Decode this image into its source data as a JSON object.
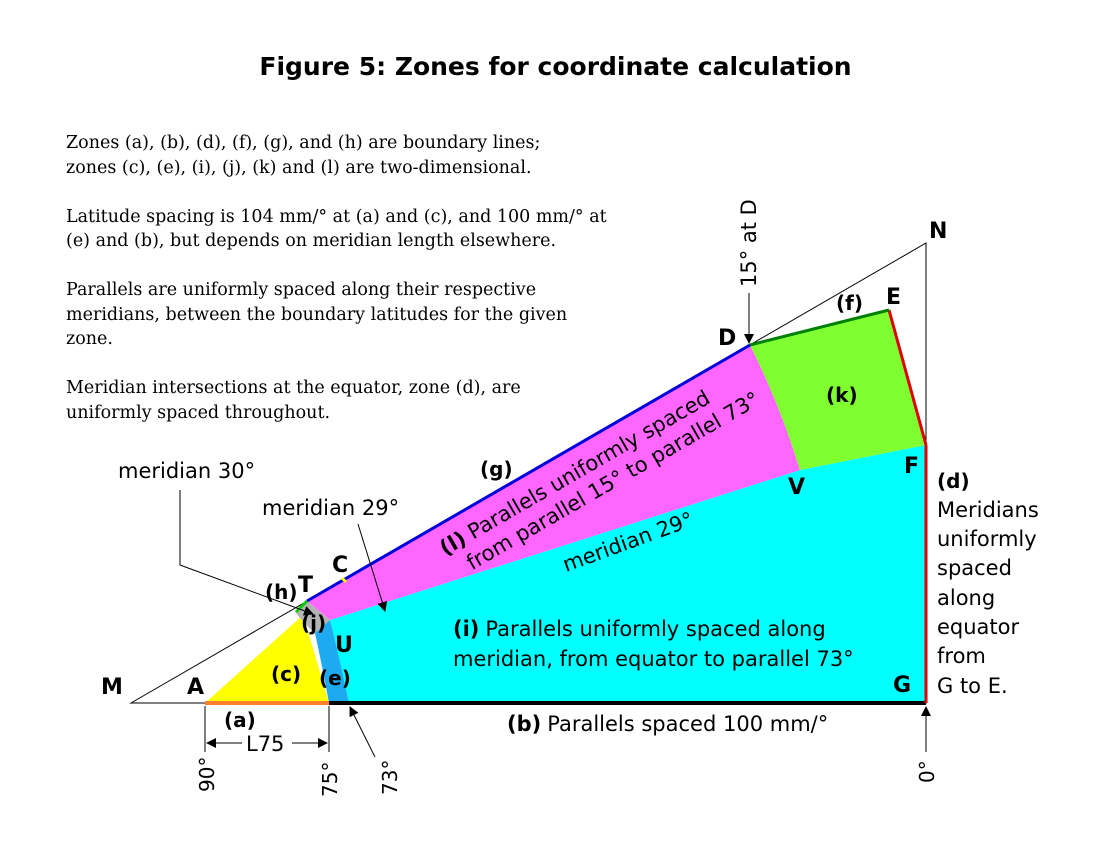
{
  "title": "Figure 5: Zones for coordinate calculation",
  "notes": [
    [
      "Zones (a), (b), (d), (f), (g), and (h) are boundary lines;",
      "zones (c), (e), (i), (j), (k) and (l) are two-dimensional."
    ],
    [
      "Latitude spacing is 104 mm/° at (a) and (c), and 100 mm/° at",
      "(e) and (b), but depends on meridian length elsewhere."
    ],
    [
      "Parallels are uniformly spaced along their respective",
      "meridians, between the boundary latitudes for the given",
      "zone."
    ],
    [
      "Meridian intersections at the equator, zone (d), are",
      "uniformly spaced throughout."
    ]
  ],
  "points": {
    "M": "M",
    "A": "A",
    "T": "T",
    "C": "C",
    "U": "U",
    "D": "D",
    "E": "E",
    "N": "N",
    "F": "F",
    "V": "V",
    "G": "G"
  },
  "zones": {
    "a": "(a)",
    "b": "(b)",
    "c": "(c)",
    "d": "(d)",
    "e": "(e)",
    "f": "(f)",
    "g": "(g)",
    "h": "(h)",
    "i": "(i)",
    "j": "(j)",
    "k": "(k)",
    "l": "(l)"
  },
  "descriptions": {
    "l_line1": "Parallels uniformly spaced",
    "l_line2": "from parallel 15° to parallel 73°",
    "i_line1": "Parallels uniformly spaced along",
    "i_line2": "meridian, from equator to parallel 73°",
    "b": "Parallels spaced 100 mm/°",
    "d": [
      "Meridians",
      "uniformly",
      "spaced",
      "along",
      "equator",
      "from",
      "G to E."
    ],
    "meridian29_curve": "meridian 29°",
    "meridian30": "meridian 30°",
    "meridian29": "meridian 29°",
    "fifteen_at_d": "15° at D",
    "l75": "L75"
  },
  "ticks": {
    "t90": "90°",
    "t75": "75°",
    "t73": "73°",
    "t0": "0°"
  },
  "colors": {
    "c_zone": "#ffff00",
    "e_zone": "#1eaaf0",
    "i_zone": "#00ffff",
    "j_zone": "#b4b4b4",
    "k_zone": "#80ff30",
    "l_zone": "#ff66ff",
    "a_line": "#ff7f2a",
    "b_line": "#000000",
    "d_line": "#e00000",
    "f_line": "#008000",
    "g_line": "#0000dd",
    "h_line": "#00cc00"
  }
}
